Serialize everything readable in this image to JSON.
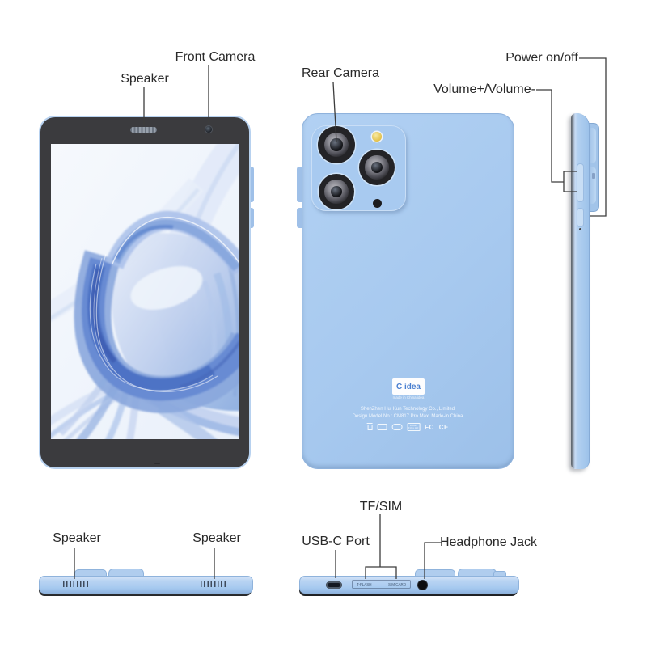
{
  "labels": {
    "speaker_top": "Speaker",
    "front_camera": "Front Camera",
    "rear_camera": "Rear Camera",
    "power": "Power on/off",
    "volume": "Volume+/Volume-",
    "speaker_bottom_left": "Speaker",
    "speaker_bottom_right": "Speaker",
    "usb_port": "USB-C Port",
    "tf_sim": "TF/SIM",
    "headphone_jack": "Headphone Jack"
  },
  "back": {
    "logo": "C idea",
    "logo_sub": "made in China idea",
    "company_line1": "ShenZhen Hui Kun Technology Co., Limited",
    "company_line2": "Design Model No.: CM817 Pro Max. Made-in China",
    "hd_line1": "1080P",
    "hd_line2": "FULL HD",
    "fcc_label": "FC",
    "ce_label": "CE",
    "cert_icon_names": [
      "trash-bin-icon",
      "battery-box-icon",
      "usb-oval-icon",
      "1080p-fullhd-badge",
      "fcc-mark",
      "ce-mark"
    ]
  },
  "tray": {
    "t_flash": "T-FLASH",
    "sim_card": "SIM CARD"
  },
  "colors": {
    "body_blue": "#a7c9ef",
    "bezel_dark": "#3b3b3e",
    "label_text": "#2a2a2a",
    "logo_blue": "#4a7fd0",
    "flash_yellow": "#e8c84f"
  }
}
